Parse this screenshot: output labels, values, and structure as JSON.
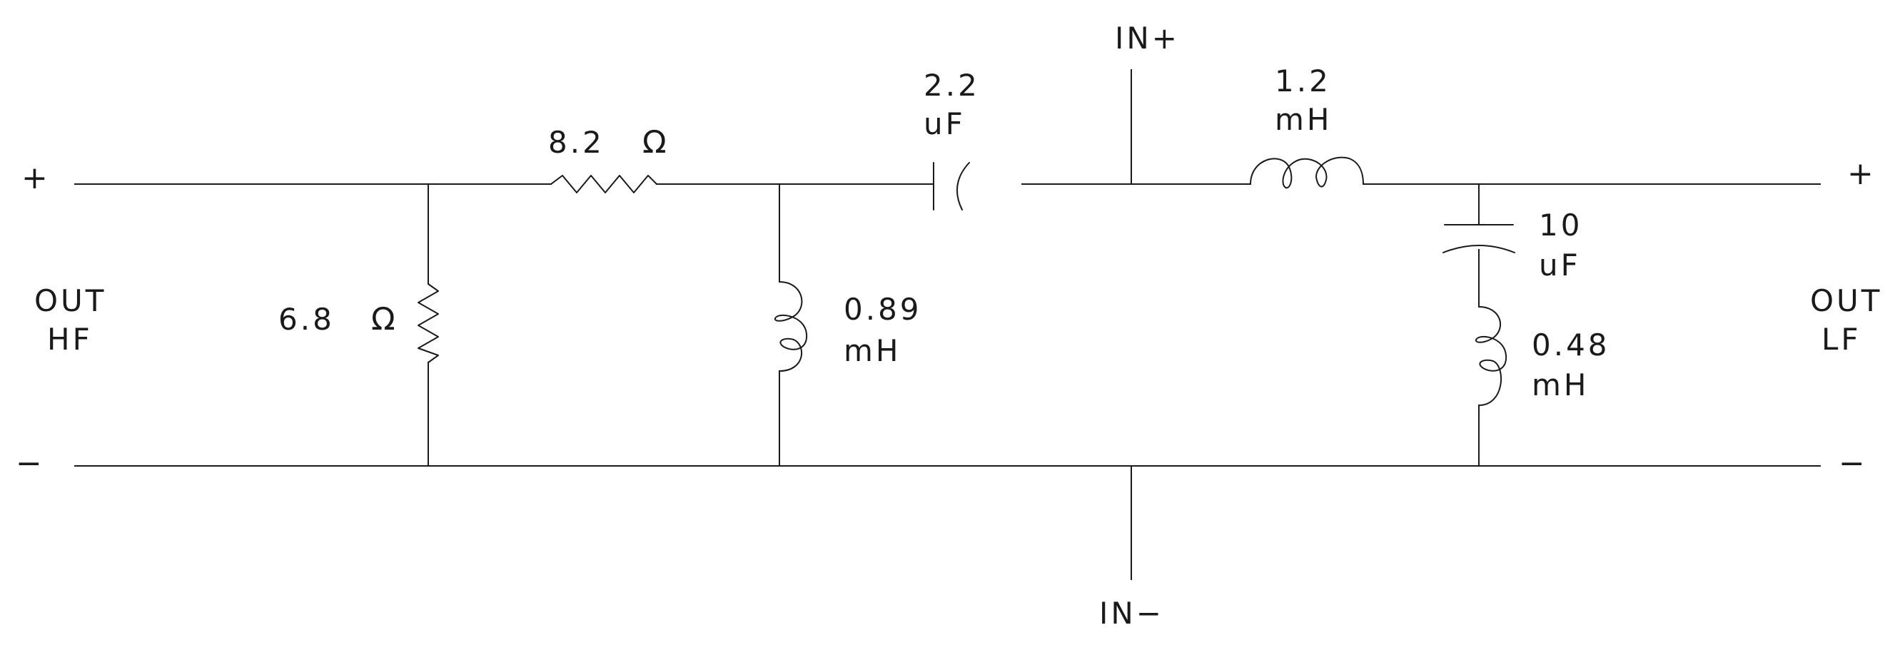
{
  "terminals": {
    "in_plus": "IN+",
    "in_minus": "IN−",
    "out_hf": {
      "line1": "OUT",
      "line2": "HF"
    },
    "out_lf": {
      "line1": "OUT",
      "line2": "LF"
    },
    "plus": "+",
    "minus": "−"
  },
  "components": {
    "r_series": {
      "value": "8.2",
      "unit": "Ω"
    },
    "r_shunt": {
      "value": "6.8",
      "unit": "Ω"
    },
    "c_series": {
      "value": "2.2",
      "unit": "uF"
    },
    "l_hf_shunt": {
      "value": "0.89",
      "unit": "mH"
    },
    "l_series": {
      "value": "1.2",
      "unit": "mH"
    },
    "c_lf_shunt": {
      "value": "10",
      "unit": "uF"
    },
    "l_lf_shunt": {
      "value": "0.48",
      "unit": "mH"
    }
  }
}
